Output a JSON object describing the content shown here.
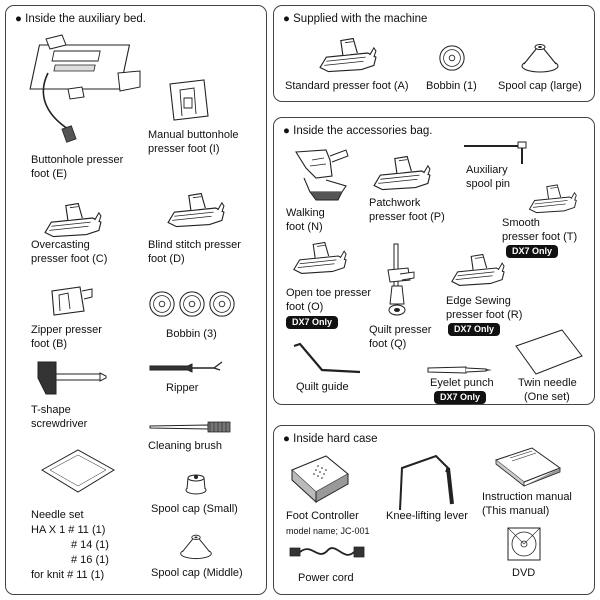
{
  "aux": {
    "title": "● Inside the auxiliary bed.",
    "buttonhole": [
      "Buttonhole presser",
      "foot (E)"
    ],
    "manual_buttonhole": [
      "Manual buttonhole",
      "presser foot (I)"
    ],
    "overcasting": [
      "Overcasting",
      "presser foot (C)"
    ],
    "blind_stitch": [
      "Blind stitch presser",
      "foot (D)"
    ],
    "zipper": [
      "Zipper presser",
      "foot (B)"
    ],
    "bobbin3": "Bobbin (3)",
    "tshape": [
      "T-shape",
      "screwdriver"
    ],
    "ripper": "Ripper",
    "brush": "Cleaning brush",
    "needle_set": [
      "Needle set",
      "HA X 1 # 11 (1)",
      "# 14 (1)",
      "# 16 (1)",
      "for knit # 11 (1)"
    ],
    "spool_small": "Spool cap (Small)",
    "spool_middle": "Spool cap (Middle)"
  },
  "supplied": {
    "title": "● Supplied with the machine",
    "standard_foot": "Standard presser foot (A)",
    "bobbin1": "Bobbin (1)",
    "spool_large": "Spool cap (large)"
  },
  "bag": {
    "title": "● Inside the accessories bag.",
    "aux_pin": [
      "Auxiliary",
      "spool pin"
    ],
    "walking": [
      "Walking",
      "foot (N)"
    ],
    "patchwork": [
      "Patchwork",
      "presser foot (P)"
    ],
    "smooth": [
      "Smooth",
      "presser foot (T)"
    ],
    "open_toe": [
      "Open toe presser",
      "foot (O)"
    ],
    "quilt_foot": [
      "Quilt presser",
      "foot (Q)"
    ],
    "edge_sewing": [
      "Edge Sewing",
      "presser foot (R)"
    ],
    "quilt_guide": "Quilt guide",
    "eyelet": "Eyelet punch",
    "twin_needle": [
      "Twin needle",
      "(One set)"
    ],
    "dx7": "DX7 Only"
  },
  "hard": {
    "title": "● Inside hard case",
    "foot_controller": "Foot Controller",
    "model_name": "model name; JC-001",
    "knee_lever": "Knee-lifting lever",
    "manual": [
      "Instruction manual",
      "(This manual)"
    ],
    "power_cord": "Power cord",
    "dvd": "DVD"
  }
}
